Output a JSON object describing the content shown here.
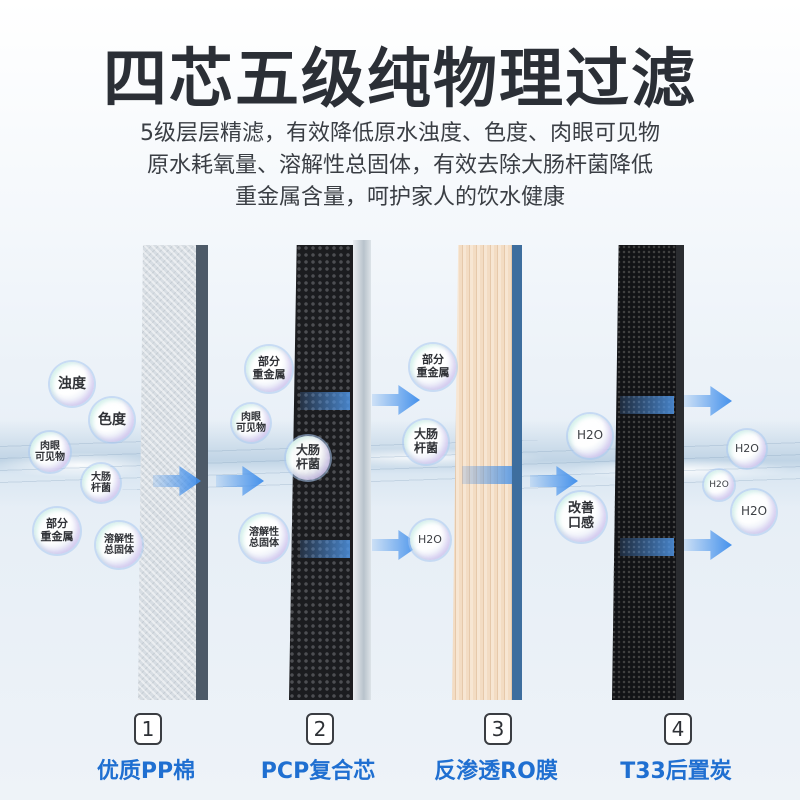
{
  "title": "四芯五级纯物理过滤",
  "description": [
    "5级层层精滤，有效降低原水浊度、色度、肉眼可见物",
    "原水耗氧量、溶解性总固体，有效去除大肠杆菌降低",
    "重金属含量，呵护家人的饮水健康"
  ],
  "bubbles": {
    "turbidity": "浊度",
    "color": "色度",
    "visible": [
      "肉眼",
      "可见物"
    ],
    "ecoli": [
      "大肠",
      "杆菌"
    ],
    "metal": [
      "部分",
      "重金属"
    ],
    "solids": [
      "溶解性",
      "总固体"
    ],
    "h2o": "H2O",
    "taste": [
      "改善",
      "口感"
    ]
  },
  "stages": [
    {
      "number": "1",
      "name": "优质PP棉"
    },
    {
      "number": "2",
      "name": "PCP复合芯"
    },
    {
      "number": "3",
      "name": "反渗透RO膜"
    },
    {
      "number": "4",
      "name": "T33后置炭"
    }
  ]
}
